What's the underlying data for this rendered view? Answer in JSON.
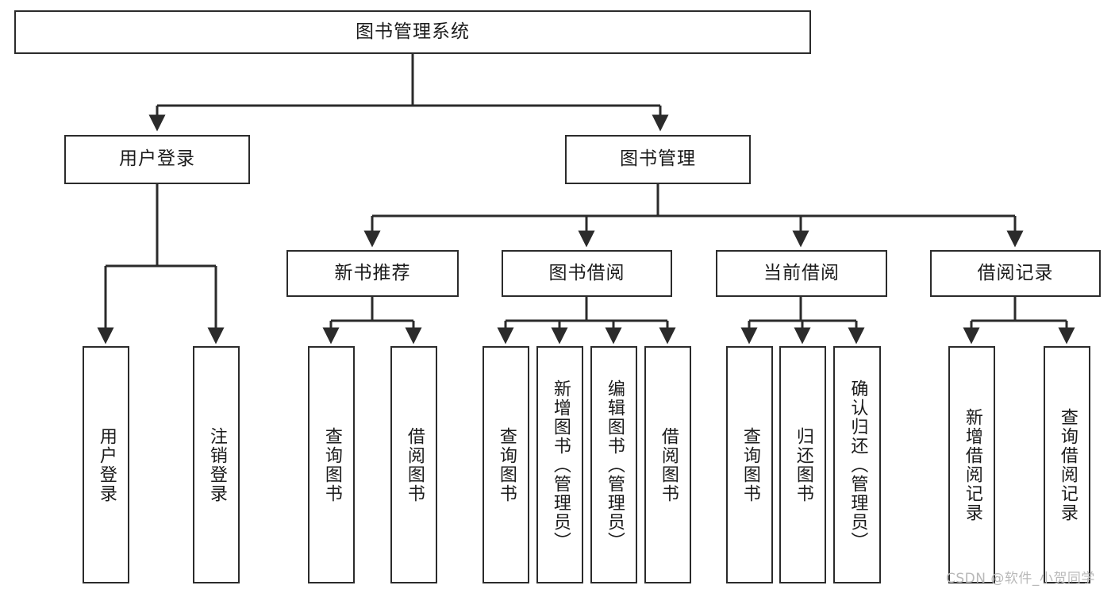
{
  "diagram": {
    "type": "tree-hierarchy-chart",
    "title": "图书管理系统",
    "theme": {
      "background": "#ffffff",
      "box_fill": "#ffffff",
      "box_stroke": "#2b2b2b",
      "text_color": "#1b1b1b",
      "watermark_color": "#b9b9b9"
    },
    "levels": {
      "root": {
        "label": "图书管理系统"
      },
      "level2": [
        {
          "id": "user-login",
          "label": "用户登录"
        },
        {
          "id": "book-management",
          "label": "图书管理"
        }
      ],
      "level3": [
        {
          "id": "new-book-recommend",
          "label": "新书推荐",
          "parent": "book-management"
        },
        {
          "id": "book-borrow",
          "label": "图书借阅",
          "parent": "book-management"
        },
        {
          "id": "current-borrow",
          "label": "当前借阅",
          "parent": "book-management"
        },
        {
          "id": "borrow-record",
          "label": "借阅记录",
          "parent": "book-management"
        }
      ],
      "leaves": [
        {
          "id": "leaf-user-login",
          "label": "用户登录",
          "parent": "user-login"
        },
        {
          "id": "leaf-logout-login",
          "label": "注销登录",
          "parent": "user-login"
        },
        {
          "id": "leaf-query-book-1",
          "label": "查询图书",
          "parent": "new-book-recommend"
        },
        {
          "id": "leaf-borrow-book-1",
          "label": "借阅图书",
          "parent": "new-book-recommend"
        },
        {
          "id": "leaf-query-book-2",
          "label": "查询图书",
          "parent": "book-borrow"
        },
        {
          "id": "leaf-add-book",
          "label": "新增图书（管理员）",
          "parent": "book-borrow"
        },
        {
          "id": "leaf-edit-book",
          "label": "编辑图书（管理员）",
          "parent": "book-borrow"
        },
        {
          "id": "leaf-borrow-book-2",
          "label": "借阅图书",
          "parent": "book-borrow"
        },
        {
          "id": "leaf-query-book-3",
          "label": "查询图书",
          "parent": "current-borrow"
        },
        {
          "id": "leaf-return-book",
          "label": "归还图书",
          "parent": "current-borrow"
        },
        {
          "id": "leaf-confirm-return",
          "label": "确认归还（管理员）",
          "parent": "current-borrow"
        },
        {
          "id": "leaf-add-record",
          "label": "新增借阅记录",
          "parent": "borrow-record"
        },
        {
          "id": "leaf-query-record",
          "label": "查询借阅记录",
          "parent": "borrow-record"
        }
      ]
    },
    "watermark": "CSDN @软件_小贺同学"
  }
}
